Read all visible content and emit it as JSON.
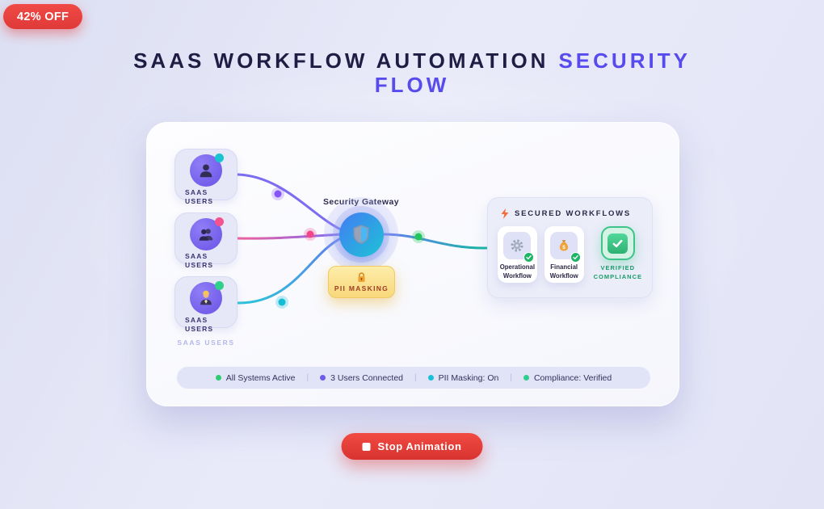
{
  "badge": {
    "label": "42% OFF"
  },
  "title": {
    "line1": "SAAS WORKFLOW AUTOMATION",
    "line1_accent": "SECURITY",
    "line2_accent": "FLOW"
  },
  "diagram": {
    "users": [
      {
        "label": "SAAS USERS",
        "status_color": "#17c4cf"
      },
      {
        "label": "SAAS USERS",
        "status_color": "#f4538f"
      },
      {
        "label": "SAAS USERS",
        "status_color": "#2fd08a"
      }
    ],
    "users_column_label": "SAAS USERS",
    "gateway_label": "Security Gateway",
    "pii_label": "PII MASKING",
    "workflows": {
      "header": "SECURED WORKFLOWS",
      "items": [
        {
          "label": "Operational Workflow"
        },
        {
          "label": "Financial Workflow"
        }
      ],
      "compliance_label": "VERIFIED COMPLIANCE"
    }
  },
  "status_bar": {
    "divider": "|",
    "items": [
      {
        "label": "All Systems Active",
        "color": "#2ecc71"
      },
      {
        "label": "3 Users Connected",
        "color": "#6c5ce7"
      },
      {
        "label": "PII Masking: On",
        "color": "#19c0d8"
      },
      {
        "label": "Compliance: Verified",
        "color": "#2fce8e"
      }
    ]
  },
  "controls": {
    "stop_label": "Stop Animation"
  },
  "colors": {
    "title_navy": "#201c44",
    "accent_purple": "#584bee",
    "badge_red": "#e8403f",
    "button_red": "#e03a34",
    "line_purple": "#7b6cf2",
    "line_pink": "#f0609e",
    "line_cyan": "#2cc0dd",
    "line_teal": "#12b8a2",
    "gateway_blue": "#3f83f1",
    "gateway_cyan": "#21bcd9",
    "pii_yellow": "#f8d87b",
    "compliance_green": "#3cc48a"
  }
}
